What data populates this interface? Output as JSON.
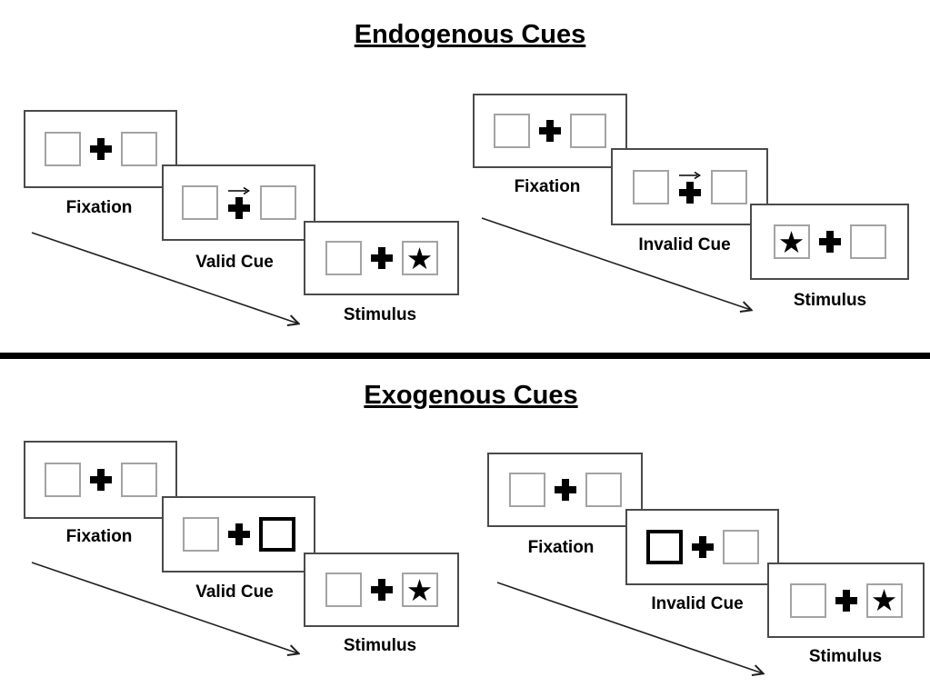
{
  "sections": [
    {
      "title": "Endogenous Cues",
      "trials": [
        {
          "name": "valid-trial",
          "cue_type": "central-arrow",
          "cue_points": "right",
          "stimulus_side": "right",
          "steps": [
            {
              "label": "Fixation"
            },
            {
              "label": "Valid Cue"
            },
            {
              "label": "Stimulus"
            }
          ]
        },
        {
          "name": "invalid-trial",
          "cue_type": "central-arrow",
          "cue_points": "right",
          "stimulus_side": "left",
          "steps": [
            {
              "label": "Fixation"
            },
            {
              "label": "Invalid Cue"
            },
            {
              "label": "Stimulus"
            }
          ]
        }
      ]
    },
    {
      "title": "Exogenous Cues",
      "trials": [
        {
          "name": "valid-trial",
          "cue_type": "peripheral-box-highlight",
          "cue_side": "right",
          "stimulus_side": "right",
          "steps": [
            {
              "label": "Fixation"
            },
            {
              "label": "Valid Cue"
            },
            {
              "label": "Stimulus"
            }
          ]
        },
        {
          "name": "invalid-trial",
          "cue_type": "peripheral-box-highlight",
          "cue_side": "left",
          "stimulus_side": "right",
          "steps": [
            {
              "label": "Fixation"
            },
            {
              "label": "Invalid Cue"
            },
            {
              "label": "Stimulus"
            }
          ]
        }
      ]
    }
  ],
  "glyphs": {
    "star": "★"
  },
  "colors": {
    "ink": "#000000",
    "card_border": "#4a4a4a",
    "square_border": "#a3a3a3",
    "highlight_border": "#000000"
  }
}
